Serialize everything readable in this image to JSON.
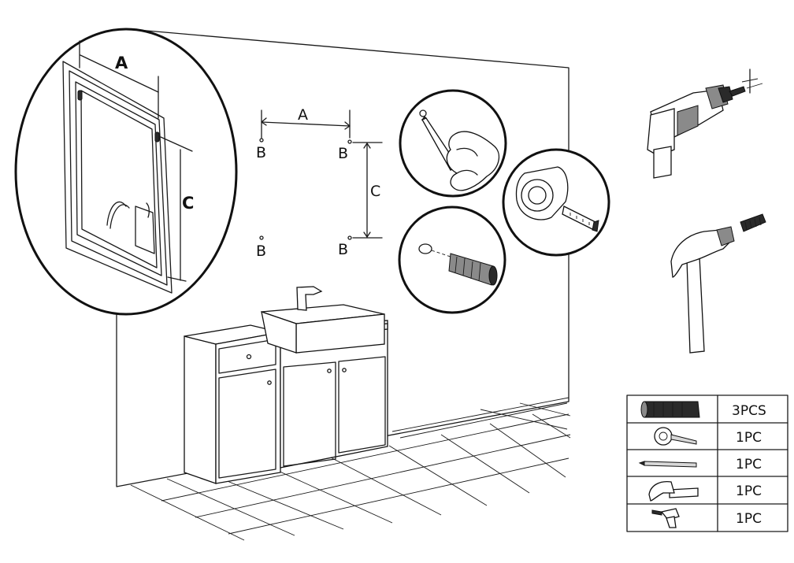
{
  "labels": {
    "inset_a": "A",
    "inset_c": "C",
    "wall_a": "A",
    "wall_c": "C",
    "hole_b": "B"
  },
  "parts_table": {
    "rows": [
      {
        "icon": "wall-anchor-icon",
        "qty": "3PCS"
      },
      {
        "icon": "tape-measure-icon",
        "qty": "1PC"
      },
      {
        "icon": "pencil-icon",
        "qty": "1PC"
      },
      {
        "icon": "hammer-icon",
        "qty": "1PC"
      },
      {
        "icon": "drill-icon",
        "qty": "1PC"
      }
    ]
  }
}
